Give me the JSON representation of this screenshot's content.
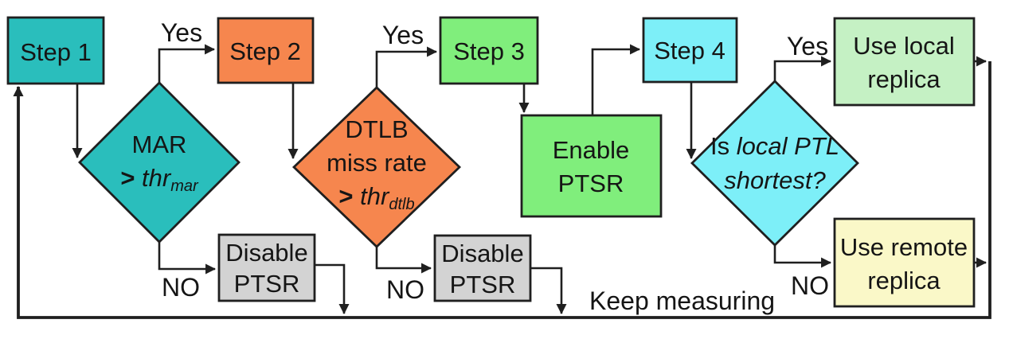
{
  "figure": {
    "type": "flowchart",
    "description": "PTSR decision flowchart"
  },
  "colors": {
    "teal": "#2abebc",
    "orange": "#f6864e",
    "green": "#80ee7c",
    "cyan": "#7deff8",
    "light_green": "#c5f1c4",
    "light_yellow": "#faf8c8",
    "gray": "#d3d3d3",
    "line": "#1f1f1f"
  },
  "nodes": {
    "step1": {
      "label": "Step 1"
    },
    "step2": {
      "label": "Step 2"
    },
    "step3": {
      "label": "Step 3"
    },
    "step4": {
      "label": "Step 4"
    },
    "enable_ptsr": {
      "line1": "Enable",
      "line2": "PTSR"
    },
    "disable_ptsr_1": {
      "line1": "Disable",
      "line2": "PTSR"
    },
    "disable_ptsr_2": {
      "line1": "Disable",
      "line2": "PTSR"
    },
    "use_local": {
      "line1": "Use local",
      "line2": "replica"
    },
    "use_remote": {
      "line1": "Use remote",
      "line2": "replica"
    }
  },
  "decisions": {
    "mar": {
      "line1": "MAR",
      "gt": "> ",
      "thr": "thr",
      "sub": "mar"
    },
    "dtlb": {
      "line1": "DTLB",
      "line2": "miss rate",
      "gt": "> ",
      "thr": "thr",
      "sub": "dtlb"
    },
    "ptl": {
      "prefix": "Is ",
      "line1_italic": "local PTL",
      "line2_italic": "shortest?"
    }
  },
  "edge_labels": {
    "yes1": "Yes",
    "yes2": "Yes",
    "yes3": "Yes",
    "no1": "NO",
    "no2": "NO",
    "no3": "NO",
    "keep_measuring": "Keep measuring"
  }
}
